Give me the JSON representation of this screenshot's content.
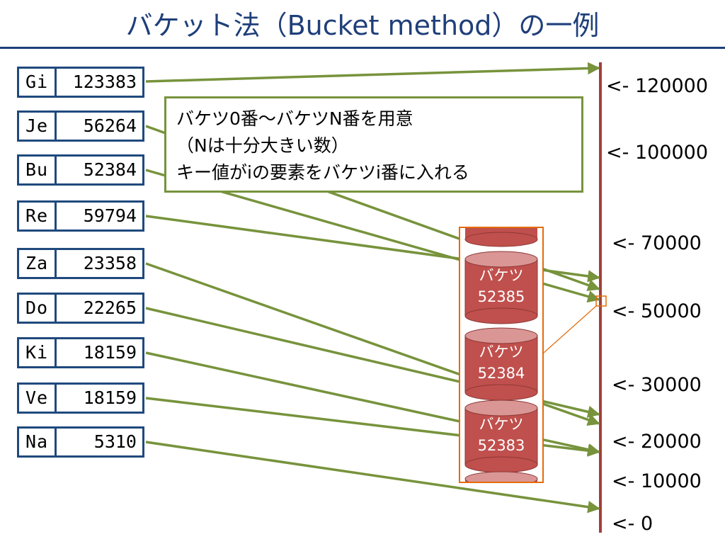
{
  "title": "バケット法（Bucket method）の一例",
  "records": [
    {
      "key": "Gi",
      "value": "123383"
    },
    {
      "key": "Je",
      "value": "56264"
    },
    {
      "key": "Bu",
      "value": "52384"
    },
    {
      "key": "Re",
      "value": "59794"
    },
    {
      "key": "Za",
      "value": "23358"
    },
    {
      "key": "Do",
      "value": "22265"
    },
    {
      "key": "Ki",
      "value": "18159"
    },
    {
      "key": "Ve",
      "value": "18159"
    },
    {
      "key": "Na",
      "value": "5310"
    }
  ],
  "note": {
    "line1": "バケツ0番～バケツN番を用意",
    "line2": "（Nは十分大きい数）",
    "line3": "キー値がiの要素をバケツi番に入れる"
  },
  "scale": [
    {
      "label": "<- 120000",
      "value": 120000
    },
    {
      "label": "<- 100000",
      "value": 100000
    },
    {
      "label": "<- 70000",
      "value": 70000
    },
    {
      "label": "<- 50000",
      "value": 50000
    },
    {
      "label": "<- 30000",
      "value": 30000
    },
    {
      "label": "<- 20000",
      "value": 20000
    },
    {
      "label": "<- 10000",
      "value": 10000
    },
    {
      "label": "<- 0",
      "value": 0
    }
  ],
  "buckets": [
    {
      "label": "バケツ",
      "number": "52385"
    },
    {
      "label": "バケツ",
      "number": "52384"
    },
    {
      "label": "バケツ",
      "number": "52383"
    }
  ],
  "colors": {
    "title": "#1f3f7a",
    "record_border": "#1f497d",
    "arrow": "#77933c",
    "axis": "#a0403a",
    "bucket_fill": "#c0504d",
    "bucket_top": "#d99694",
    "frame": "#e46c0a"
  }
}
